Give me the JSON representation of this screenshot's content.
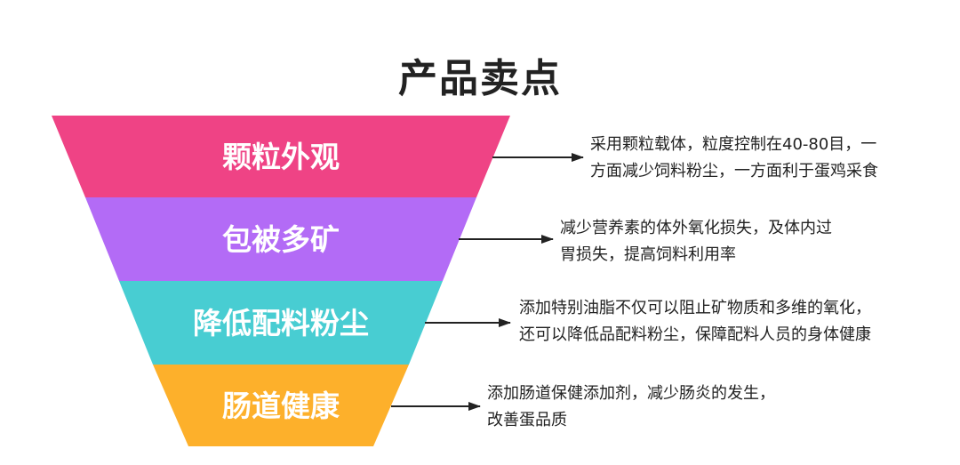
{
  "title": "产品卖点",
  "colors": {
    "stage1": "#EF4385",
    "stage2": "#B36BF6",
    "stage3": "#48CDD2",
    "stage4": "#FDB02B",
    "arrow": "#222222"
  },
  "stages": [
    {
      "label": "颗粒外观",
      "desc_lines": [
        "采用颗粒载体，粒度控制在40-80目，一",
        "方面减少饲料粉尘，一方面利于蛋鸡采食"
      ]
    },
    {
      "label": "包被多矿",
      "desc_lines": [
        "减少营养素的体外氧化损失，及体内过",
        "胃损失，提高饲料利用率"
      ]
    },
    {
      "label": "降低配料粉尘",
      "desc_lines": [
        "添加特别油脂不仅可以阻止矿物质和多维的氧化，",
        "还可以降低品配料粉尘，保障配料人员的身体健康"
      ]
    },
    {
      "label": "肠道健康",
      "desc_lines": [
        "添加肠道保健添加剂，减少肠炎的发生，",
        "改善蛋品质"
      ]
    }
  ]
}
